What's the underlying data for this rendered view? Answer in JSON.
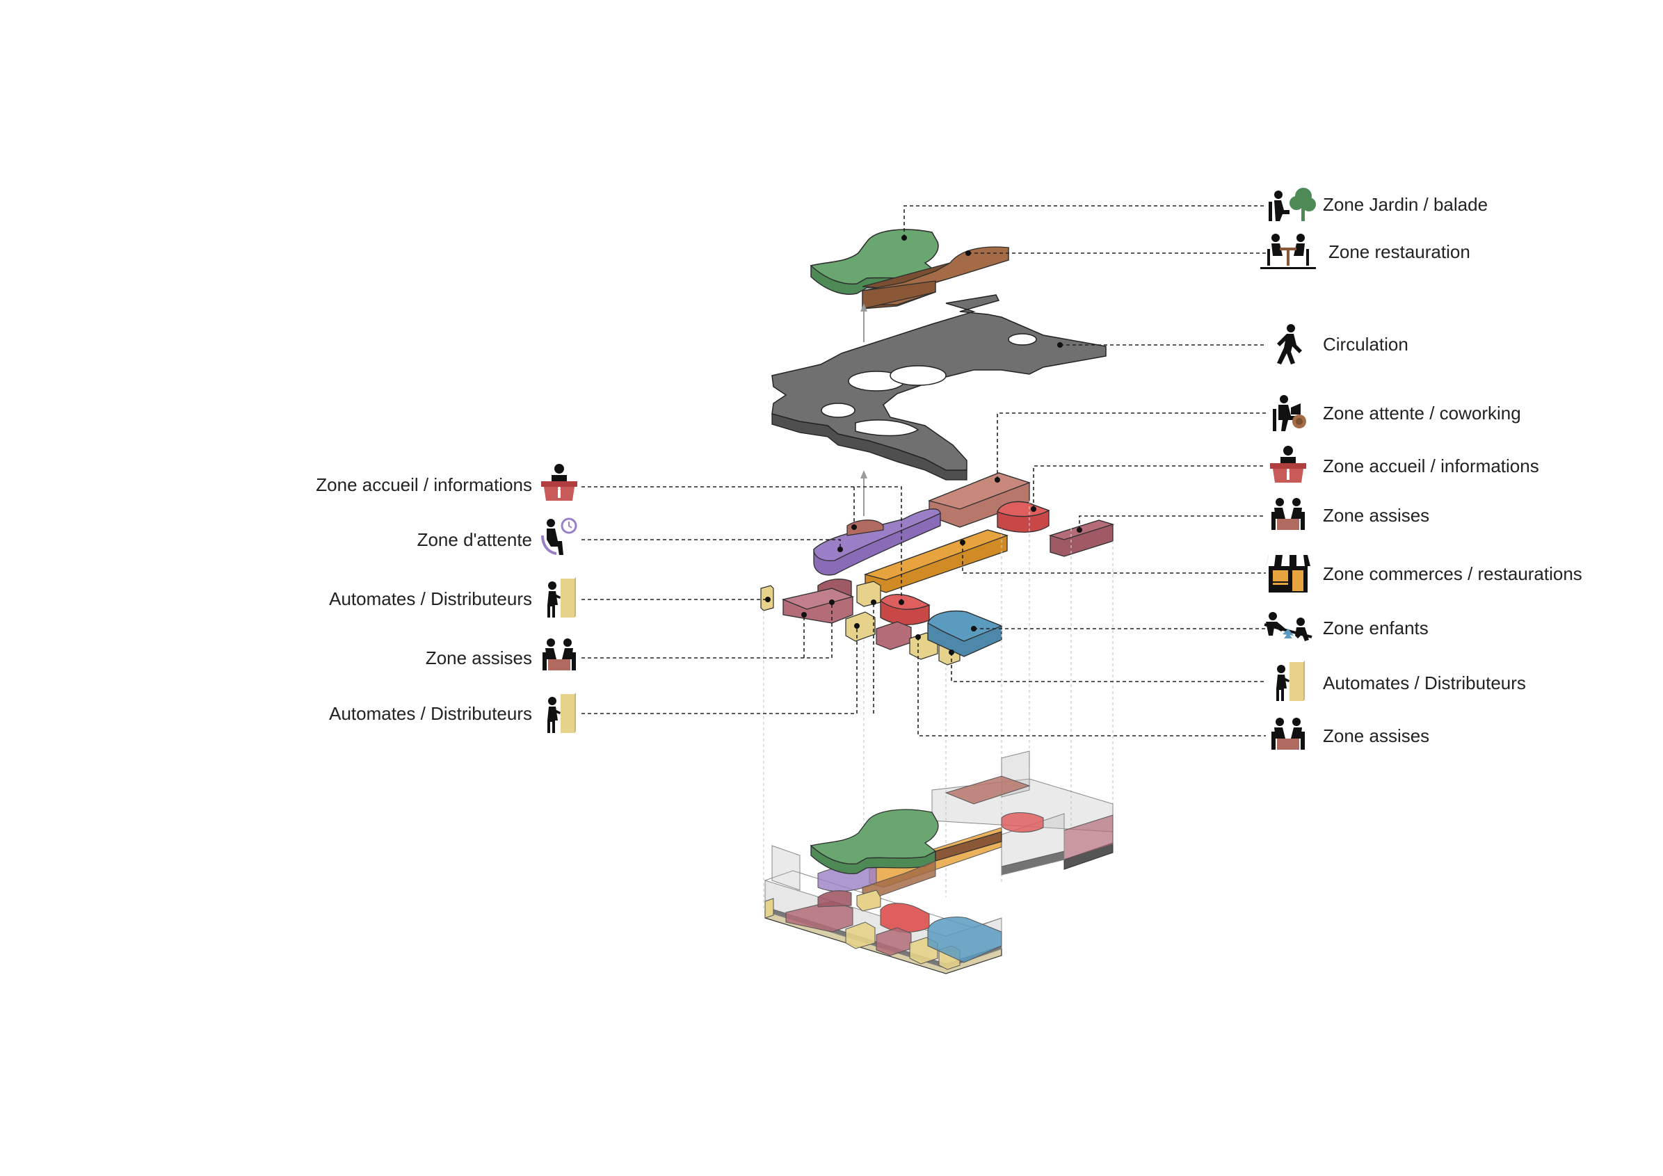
{
  "colors": {
    "garden": "#6aa66f",
    "restaurant": "#a46c46",
    "circulation": "#6f6f6f",
    "waiting": "#9b7fc6",
    "reception": "#b06a60",
    "seating": "#b36c78",
    "commerce": "#e7a33e",
    "children": "#5b9bbf",
    "vending": "#e6d28a",
    "seating_red": "#df5f5f",
    "leader": "#222222",
    "ghost": "#bbbbbb"
  },
  "labels": {
    "right": [
      {
        "text": "Zone Jardin / balade",
        "icon": "garden-bench-tree-icon"
      },
      {
        "text": "Zone restauration",
        "icon": "dining-table-icon"
      },
      {
        "text": "Circulation",
        "icon": "walking-person-icon"
      },
      {
        "text": "Zone attente / coworking",
        "icon": "laptop-worker-icon"
      },
      {
        "text": "Zone accueil / informations",
        "icon": "info-desk-icon"
      },
      {
        "text": "Zone assises",
        "icon": "seated-people-icon"
      },
      {
        "text": "Zone commerces / restaurations",
        "icon": "shop-front-icon"
      },
      {
        "text": "Zone enfants",
        "icon": "seesaw-icon"
      },
      {
        "text": "Automates / Distributeurs",
        "icon": "vending-machine-icon"
      },
      {
        "text": "Zone assises",
        "icon": "seated-people-icon"
      }
    ],
    "left": [
      {
        "text": "Zone accueil / informations",
        "icon": "info-desk-icon"
      },
      {
        "text": "Zone d'attente",
        "icon": "waiting-clock-icon"
      },
      {
        "text": "Automates / Distributeurs",
        "icon": "vending-machine-icon"
      },
      {
        "text": "Zone assises",
        "icon": "seated-people-icon"
      },
      {
        "text": "Automates / Distributeurs",
        "icon": "vending-machine-icon"
      }
    ]
  }
}
